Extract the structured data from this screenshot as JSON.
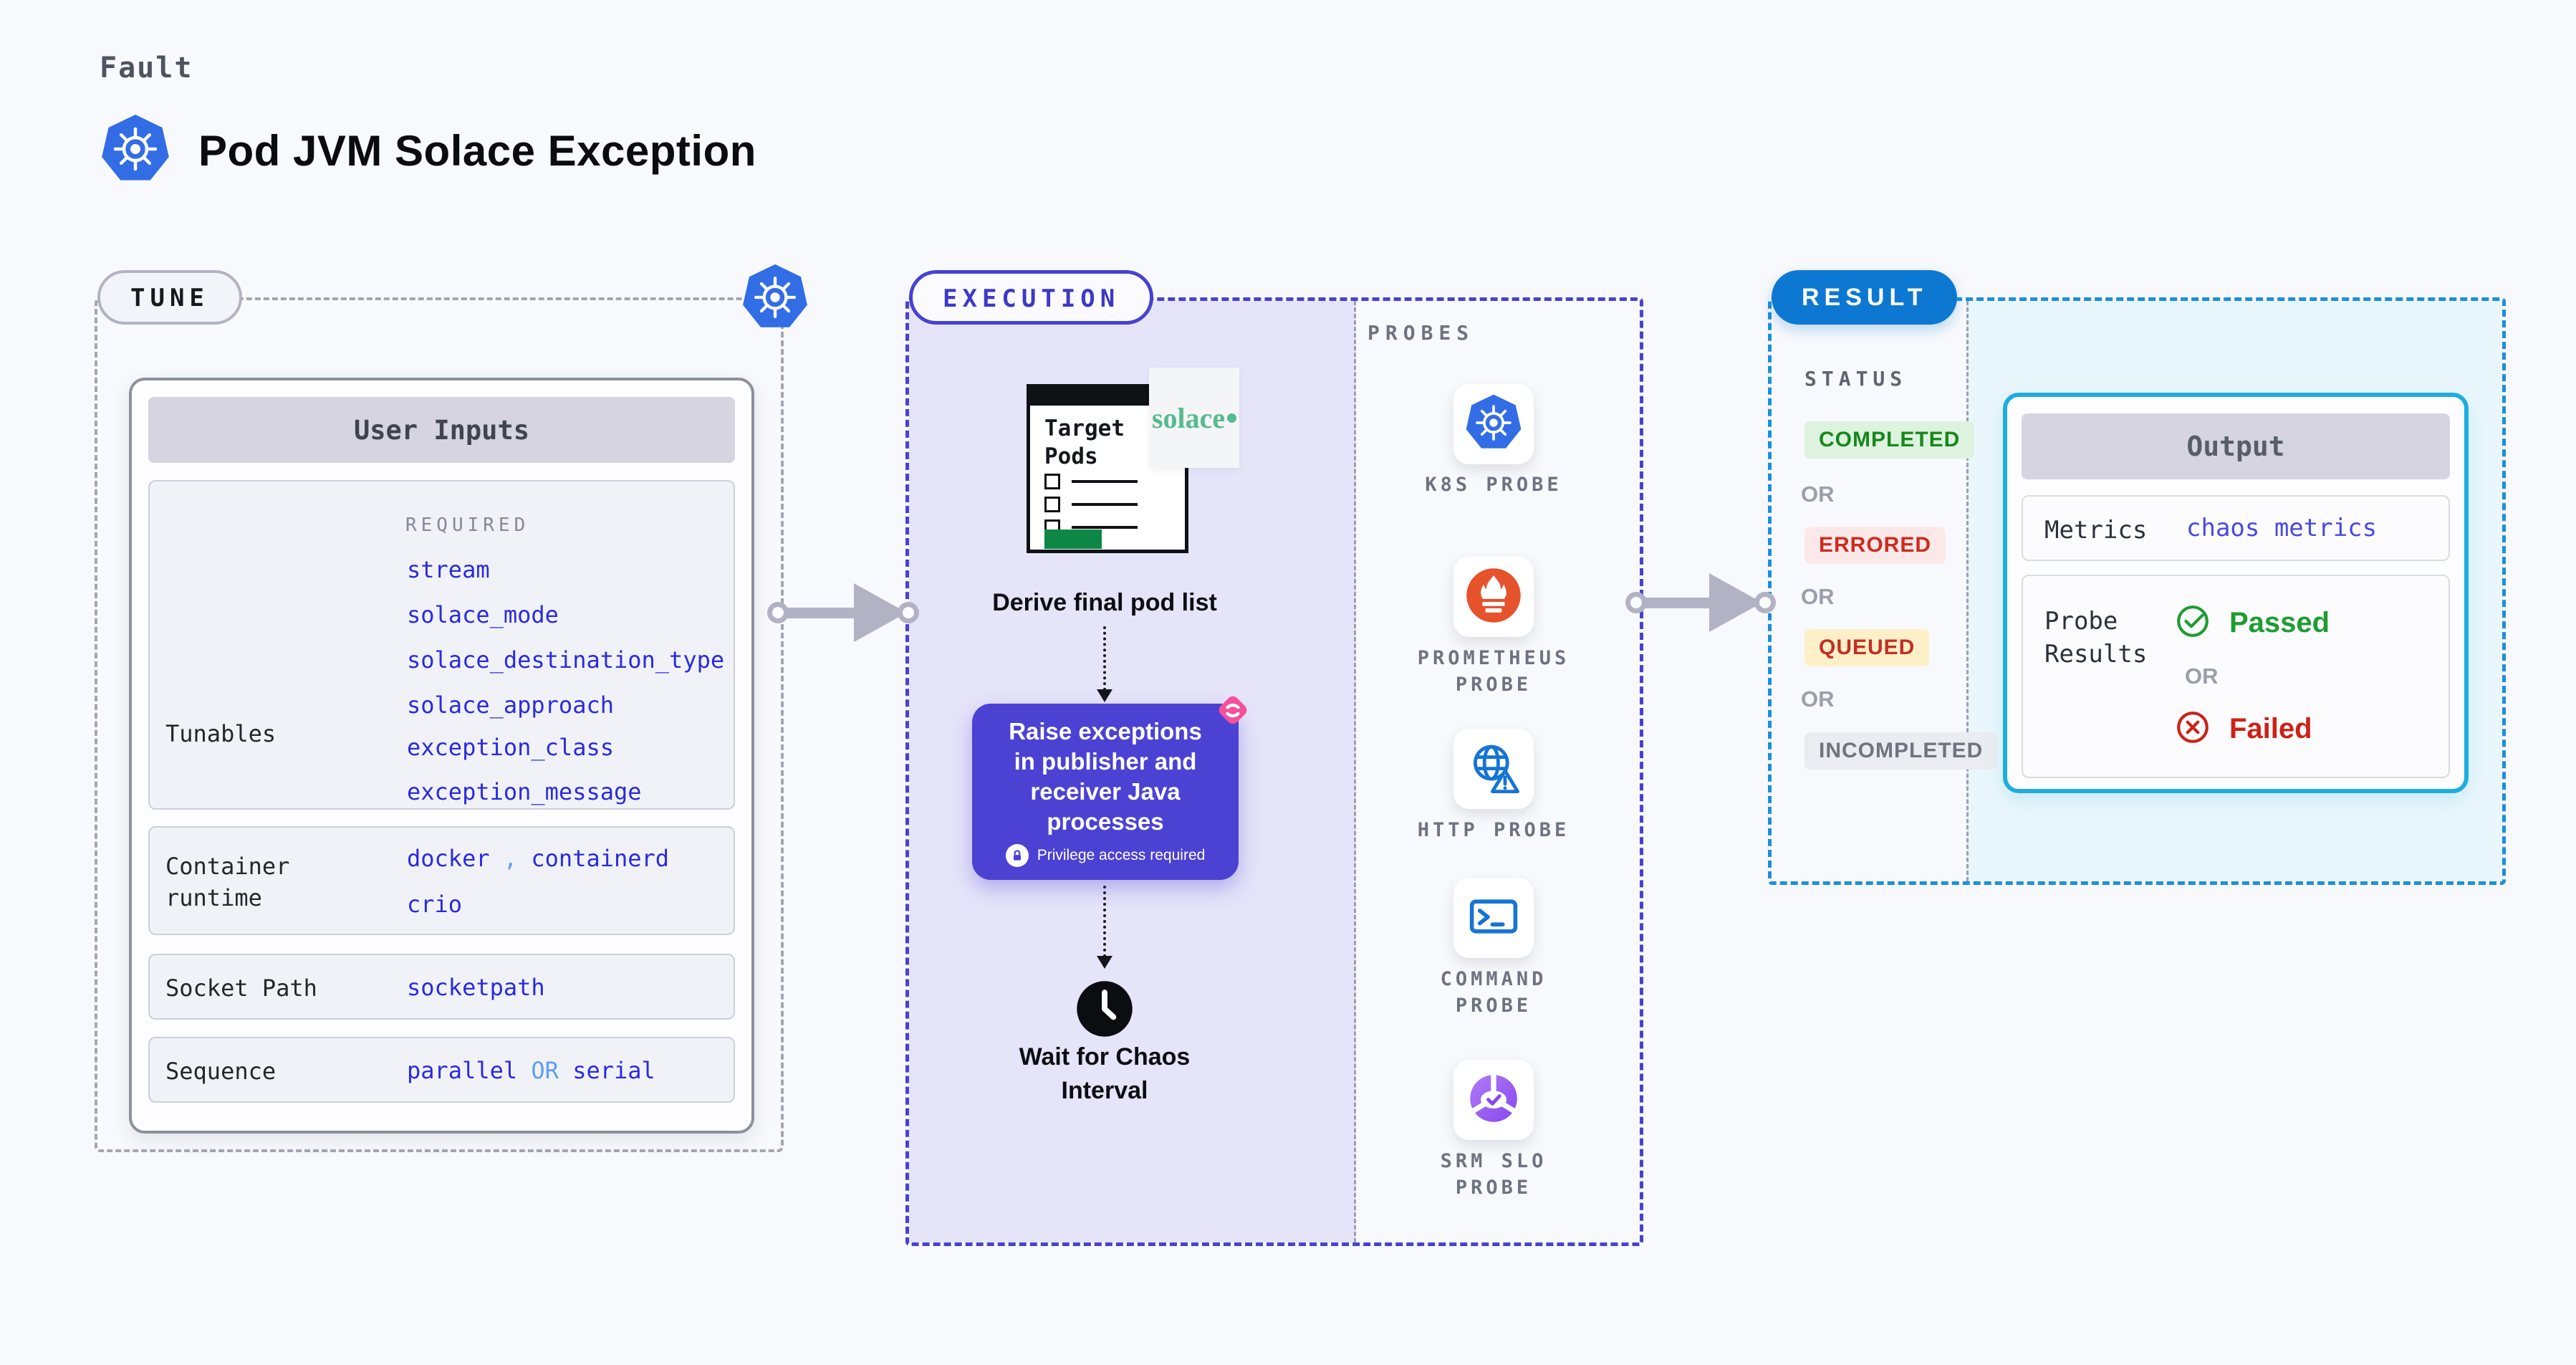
{
  "page": {
    "kicker": "Fault",
    "title": "Pod JVM Solace Exception"
  },
  "tune": {
    "badge": "TUNE",
    "user_inputs_title": "User Inputs",
    "tunables_label": "Tunables",
    "required_label": "REQUIRED",
    "tunables": [
      "stream",
      "solace_mode",
      "solace_destination_type",
      "solace_approach",
      "exception_class",
      "exception_message"
    ],
    "container_runtime_label_line1": "Container",
    "container_runtime_label_line2": "runtime",
    "runtime_docker": "docker",
    "runtime_comma": ",",
    "runtime_containerd": "containerd",
    "runtime_crio": "crio",
    "socket_path_label": "Socket Path",
    "socket_path_value": "socketpath",
    "sequence_label": "Sequence",
    "sequence_parallel": "parallel",
    "sequence_or": "OR",
    "sequence_serial": "serial"
  },
  "execution": {
    "badge": "EXECUTION",
    "target_pods_line1": "Target",
    "target_pods_line2": "Pods",
    "solace_wordmark": "solace",
    "derive_label": "Derive final pod list",
    "raise_line1": "Raise exceptions",
    "raise_line2": "in publisher and",
    "raise_line3": "receiver Java",
    "raise_line4": "processes",
    "privilege_label": "Privilege access required",
    "wait_line1": "Wait for Chaos",
    "wait_line2": "Interval"
  },
  "probes": {
    "label": "PROBES",
    "items": [
      {
        "label": "K8S PROBE",
        "icon": "kubernetes-icon"
      },
      {
        "label": "PROMETHEUS PROBE",
        "icon": "prometheus-icon"
      },
      {
        "label": "HTTP PROBE",
        "icon": "globe-warning-icon"
      },
      {
        "label": "COMMAND PROBE",
        "icon": "terminal-icon"
      },
      {
        "label": "SRM SLO PROBE",
        "icon": "slo-donut-check-icon"
      }
    ]
  },
  "result": {
    "badge": "RESULT",
    "status_label": "STATUS",
    "or_label": "OR",
    "statuses": [
      {
        "label": "COMPLETED",
        "fg": "#17881c",
        "bg": "#def3df"
      },
      {
        "label": "ERRORED",
        "fg": "#cf2a20",
        "bg": "#fbe9e9"
      },
      {
        "label": "QUEUED",
        "fg": "#c32e24",
        "bg": "#fdf0c9"
      },
      {
        "label": "INCOMPLETED",
        "fg": "#6f7480",
        "bg": "#ebecf1"
      }
    ],
    "output": {
      "title": "Output",
      "metrics_label": "Metrics",
      "metrics_value": "chaos metrics",
      "probe_results_line1": "Probe",
      "probe_results_line2": "Results",
      "passed_label": "Passed",
      "or_label": "OR",
      "failed_label": "Failed"
    }
  },
  "colors": {
    "page_bg": "#f8f9fc",
    "accent_indigo": "#4742d0",
    "execution_bg": "#e6e4f9",
    "purple_step": "#4b42d3",
    "result_badge_blue": "#0d78d1",
    "result_border_blue": "#1c8fdb",
    "result_bg_cyan": "#e9f6fc",
    "output_border_cyan": "#1fadde",
    "value_blue": "#2a2ae2",
    "value_light_blue": "#5e9df7",
    "passed_green": "#1f9c31",
    "failed_red": "#cd2117",
    "kubernetes_blue": "#326de6",
    "prometheus_orange": "#e6522c",
    "probe_icon_blue": "#1574d4",
    "slo_purple": "#8746ee",
    "chaos_pink": "#f4509b",
    "solace_green": "#56bb90",
    "target_green": "#0c8746",
    "arrow_grey": "#b1b2c4"
  }
}
